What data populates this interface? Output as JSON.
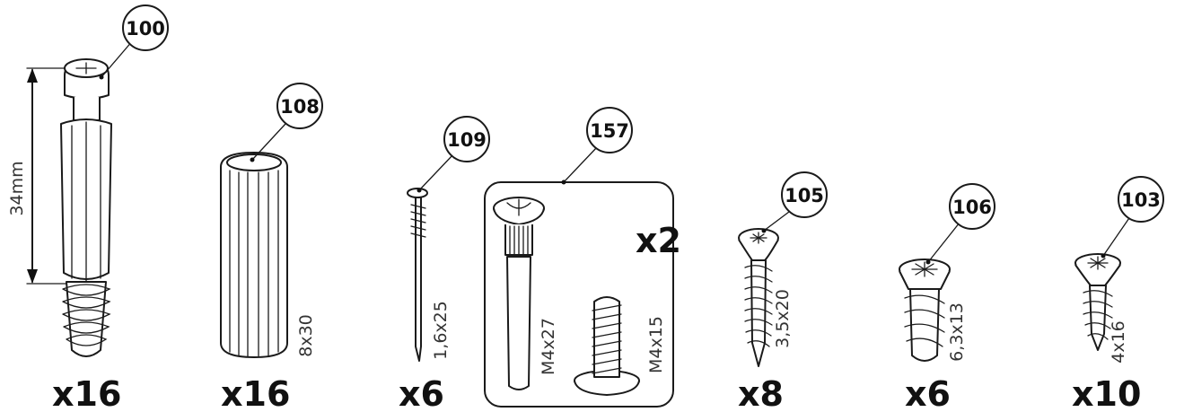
{
  "parts": [
    {
      "callout": "100",
      "quantity": "x16",
      "dimension": "34mm"
    },
    {
      "callout": "108",
      "quantity": "x16",
      "size": "8x30"
    },
    {
      "callout": "109",
      "quantity": "x6",
      "size": "1,6x25"
    },
    {
      "callout": "157",
      "quantity": "x2",
      "sizes": [
        "M4x27",
        "M4x15"
      ]
    },
    {
      "callout": "105",
      "quantity": "x8",
      "size": "3,5x20"
    },
    {
      "callout": "106",
      "quantity": "x6",
      "size": "6,3x13"
    },
    {
      "callout": "103",
      "quantity": "x10",
      "size": "4x16"
    }
  ]
}
